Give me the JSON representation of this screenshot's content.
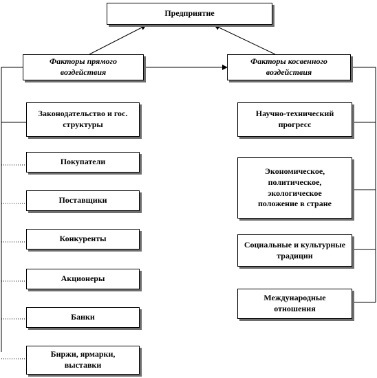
{
  "top": {
    "label": "Предприятие"
  },
  "groups": {
    "direct": {
      "label": "Факторы прямого воздействия"
    },
    "indirect": {
      "label": "Факторы косвенного воздействия"
    }
  },
  "direct_items": [
    "Законодательство и гос. структуры",
    "Покупатели",
    "Поставщики",
    "Конкуренты",
    "Акционеры",
    "Банки",
    "Биржи, ярмарки, выставки"
  ],
  "indirect_items": [
    "Научно-технический прогресс",
    "Экономическое, политическое, экологическое положение в стране",
    "Социальные и культурные традиции",
    "Международные отношения"
  ],
  "colors": {
    "line": "#000000",
    "shadow": "#6e6e6e"
  }
}
